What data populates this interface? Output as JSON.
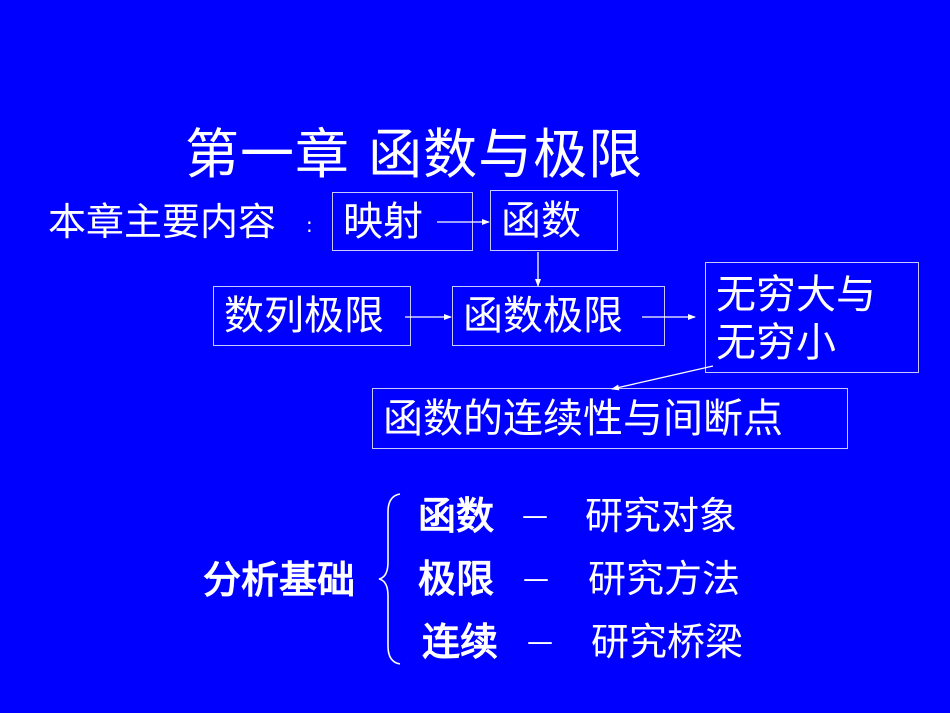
{
  "slide": {
    "background_color": "#0000ff",
    "text_color": "#ffffff",
    "title": "第一章 函数与极限",
    "intro": {
      "label": "本章主要内容",
      "colon": ":"
    },
    "flowchart": {
      "nodes": [
        {
          "id": "mapping",
          "label": "映射"
        },
        {
          "id": "function",
          "label": "函数"
        },
        {
          "id": "sequence-limit",
          "label": "数列极限"
        },
        {
          "id": "function-limit",
          "label": "函数极限"
        },
        {
          "id": "infinity",
          "lines": [
            "无穷大与",
            "无穷小"
          ]
        },
        {
          "id": "continuity",
          "label": "函数的连续性与间断点"
        }
      ],
      "edges": [
        {
          "from": "mapping",
          "to": "function"
        },
        {
          "from": "function",
          "to": "function-limit"
        },
        {
          "from": "sequence-limit",
          "to": "function-limit"
        },
        {
          "from": "function-limit",
          "to": "infinity"
        },
        {
          "from": "infinity",
          "to": "continuity"
        }
      ]
    },
    "foundation": {
      "label": "分析基础",
      "items": [
        {
          "topic": "函数",
          "dash": "—",
          "role": "研究对象"
        },
        {
          "topic": "极限",
          "dash": "—",
          "role": "研究方法"
        },
        {
          "topic": "连续",
          "dash": "—",
          "role": "研究桥梁"
        }
      ]
    }
  }
}
